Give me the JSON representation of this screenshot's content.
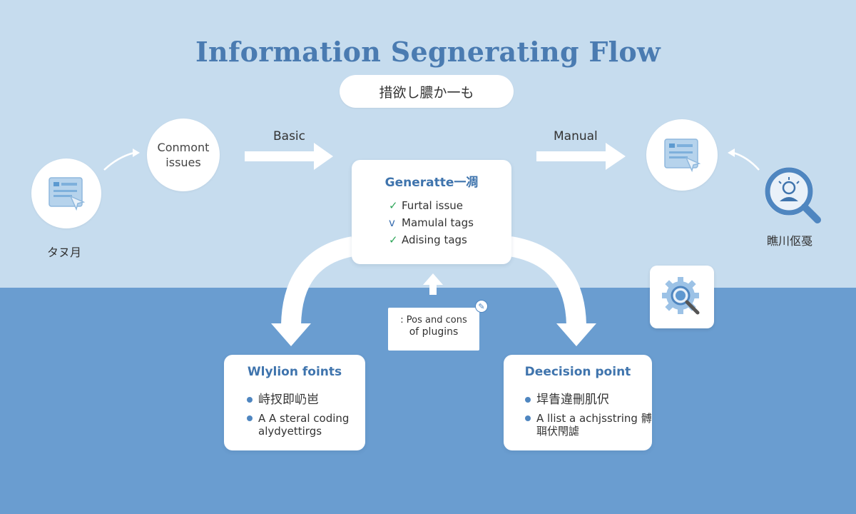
{
  "title": "Information Segnerating Flow",
  "subtitle": "措欲し膿か一も",
  "left_node": {
    "icon": "document-icon",
    "label": "タヌ月"
  },
  "comment_node": {
    "line1": "Conmont",
    "line2": "issues"
  },
  "arrow_labels": {
    "basic": "Basic",
    "manual": "Manual"
  },
  "right_node": {
    "icon": "document-icon",
    "label": "瞧川伛戞"
  },
  "generate_card": {
    "heading": "Generatte一凋",
    "items": [
      {
        "mark": "✓",
        "text": "Furtal issue"
      },
      {
        "mark": "v",
        "text": "Mamulal tags"
      },
      {
        "mark": "✓",
        "text": "Adising tags"
      }
    ]
  },
  "note": {
    "line1": ": Pos and cons",
    "line2": "of plugins",
    "badge_icon": "edit-icon"
  },
  "left_card": {
    "heading": "Wlylion foints",
    "items": [
      "峙扠即屷岜",
      "A A steral coding alydyettirgs"
    ]
  },
  "right_card": {
    "heading": "Deecision point",
    "items": [
      "垾眚違刪肌伬",
      "A llist a achjsstring 髆聑伏閇謔"
    ]
  },
  "colors": {
    "title": "#4a7bb1",
    "top_background": "#c6dcee",
    "bottom_background": "#6a9dd0",
    "accent": "#4f86c0",
    "check_green": "#2fa65a"
  }
}
